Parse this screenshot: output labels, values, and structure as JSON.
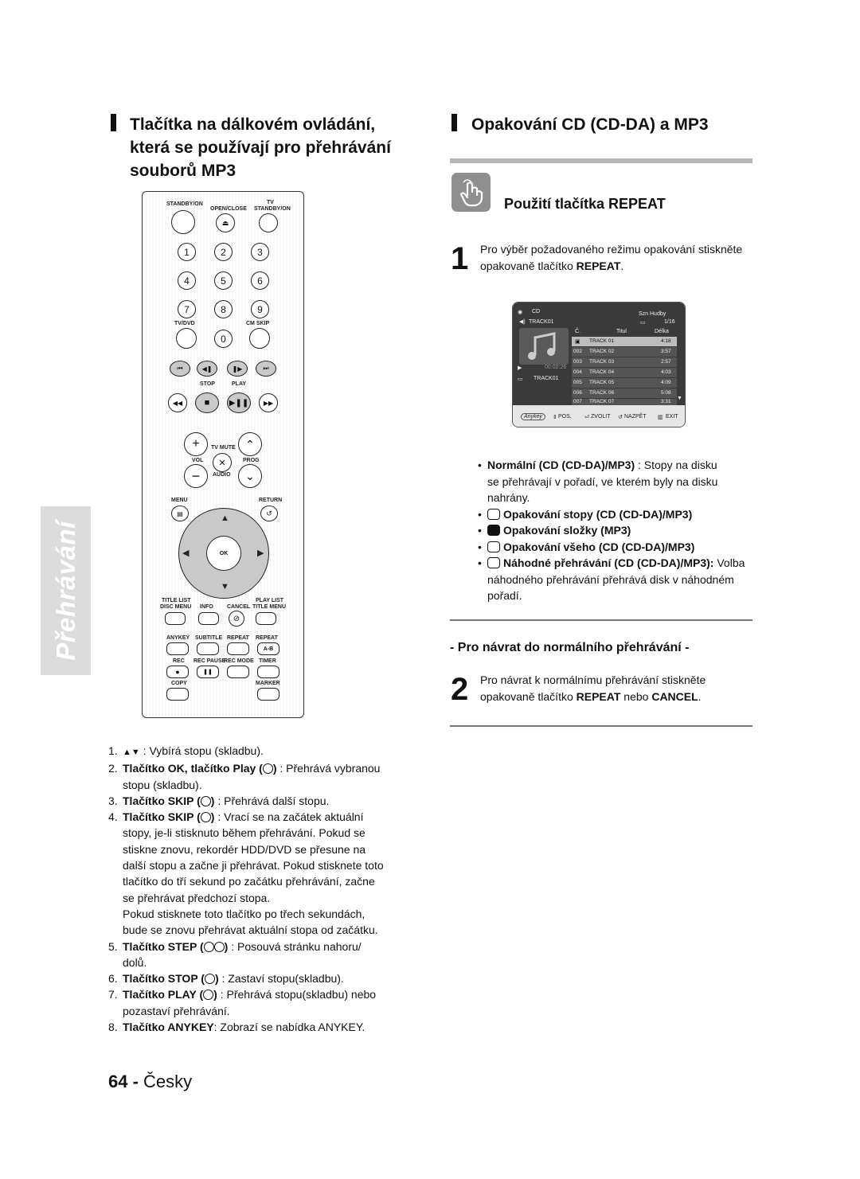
{
  "side_tab": "Přehrávání",
  "left_heading": "Tlačítka na dálkovém ovládání, která se používají pro přehrávání souborů MP3",
  "right_heading": "Opakování CD (CD-DA) a MP3",
  "sub_heading": "Použití tlačítka REPEAT",
  "step1": {
    "num": "1",
    "text": "Pro výběr požadovaného režimu opakování stiskněte",
    "text2": "opakovaně tlačítko",
    "bold": "REPEAT",
    "end": "."
  },
  "remote": {
    "labels": {
      "standby": "STANDBY/ON",
      "tv": "TV",
      "openclose": "OPEN/CLOSE",
      "tvstandby": "STANDBY/ON",
      "tvdvd": "TV/DVD",
      "cmskip": "CM SKIP",
      "stop": "STOP",
      "play": "PLAY",
      "tvmute": "TV MUTE",
      "vol": "VOL",
      "prog": "PROG",
      "audio": "AUDIO",
      "menu": "MENU",
      "return": "RETURN",
      "ok": "OK",
      "titlelist": "TITLE LIST",
      "discmenu": "DISC MENU",
      "info": "INFO",
      "cancel": "CANCEL",
      "playlist": "PLAY LIST",
      "titlemenu": "TITLE MENU",
      "anykey": "ANYKEY",
      "subtitle": "SUBTITLE",
      "repeat": "REPEAT",
      "repeat2": "REPEAT",
      "ab": "A-B",
      "rec": "REC",
      "recpause": "REC PAUSE",
      "recmode": "REC MODE",
      "timer": "TIMER",
      "copy": "COPY",
      "marker": "MARKER"
    },
    "digits": [
      "1",
      "2",
      "3",
      "4",
      "5",
      "6",
      "7",
      "8",
      "9",
      "0"
    ]
  },
  "osd": {
    "cd": "CD",
    "title": "Szn Hudby",
    "track": "TRACK01",
    "page": "1/16",
    "time": "00:02:26",
    "cur_track": "TRACK01",
    "cols": [
      "Č.",
      "Titul",
      "Délka"
    ],
    "rows": [
      {
        "no": "",
        "name": "TRACK 01",
        "len": "4:18"
      },
      {
        "no": "002",
        "name": "TRACK 02",
        "len": "3:57"
      },
      {
        "no": "003",
        "name": "TRACK 03",
        "len": "2:57"
      },
      {
        "no": "004",
        "name": "TRACK 04",
        "len": "4:03"
      },
      {
        "no": "005",
        "name": "TRACK 05",
        "len": "4:09"
      },
      {
        "no": "006",
        "name": "TRACK 06",
        "len": "5:08"
      },
      {
        "no": "007",
        "name": "TRACK 07",
        "len": "3:31"
      }
    ],
    "footer": {
      "anykey": "Anykey",
      "pos": "POS.",
      "zvolit": "ZVOLIT",
      "nazpet": "NAZPĚT",
      "exit": "EXIT"
    }
  },
  "bullets": {
    "b1_bold": "Normální (CD (CD-DA)/MP3)",
    "b1_rest": " : Stopy na disku",
    "b1_l2": "se přehrávají v pořadí, ve kterém byly na disku",
    "b1_l3": "nahrány.",
    "b2": "Opakování stopy (CD (CD-DA)/MP3)",
    "b3": "Opakování složky (MP3)",
    "b4": "Opakování všeho (CD (CD-DA)/MP3)",
    "b5_bold": "Náhodné přehrávání (CD (CD-DA)/MP3):",
    "b5_rest": " Volba",
    "b5_l2": "náhodného přehrávání přehrává disk v náhodném",
    "b5_l3": "pořadí."
  },
  "return_heading": "- Pro návrat do normálního přehrávání -",
  "step2": {
    "num": "2",
    "text": "Pro návrat k normálnímu přehrávání stiskněte",
    "text2": "opakovaně tlačítko",
    "bold1": "REPEAT",
    "mid": "nebo",
    "bold2": "CANCEL",
    "end": "."
  },
  "list": {
    "i1": {
      "n": "1.",
      "sym": "▲▼",
      "text": " : Vybírá stopu (skladbu)."
    },
    "i2": {
      "n": "2.",
      "bold": "Tlačítko OK, tlačítko Play (",
      "close": ")",
      "text": " : Přehrává vybranou",
      "l2": "stopu (skladbu)."
    },
    "i3": {
      "n": "3.",
      "bold": "Tlačítko SKIP (",
      "close": ")",
      "text": " : Přehrává další stopu."
    },
    "i4": {
      "n": "4.",
      "bold": "Tlačítko SKIP (",
      "close": ")",
      "text": " : Vrací se na začátek aktuální",
      "lines": [
        "stopy, je-li stisknuto během přehrávání. Pokud se",
        "stiskne znovu, rekordér HDD/DVD se přesune na",
        "další stopu a začne ji přehrávat. Pokud stisknete toto",
        "tlačítko do tří sekund po začátku přehrávání, začne",
        "se přehrávat předchozí stopa.",
        "Pokud stisknete toto tlačítko po třech sekundách,",
        "bude se znovu přehrávat aktuální stopa od začátku."
      ]
    },
    "i5": {
      "n": "5.",
      "bold": "Tlačítko STEP (",
      "close": ")",
      "text": " : Posouvá stránku nahoru/",
      "l2": "dolů."
    },
    "i6": {
      "n": "6.",
      "bold": "Tlačítko STOP (",
      "close": ")",
      "text": " : Zastaví stopu(skladbu)."
    },
    "i7": {
      "n": "7.",
      "bold": "Tlačítko PLAY (",
      "close": ")",
      "text": " : Přehrává stopu(skladbu) nebo",
      "l2": "pozastaví přehrávání."
    },
    "i8": {
      "n": "8.",
      "bold": "Tlačítko ANYKEY",
      "text": ": Zobrazí se nabídka ANYKEY."
    }
  },
  "footer": {
    "num": "64 -",
    "lang": " Česky"
  }
}
